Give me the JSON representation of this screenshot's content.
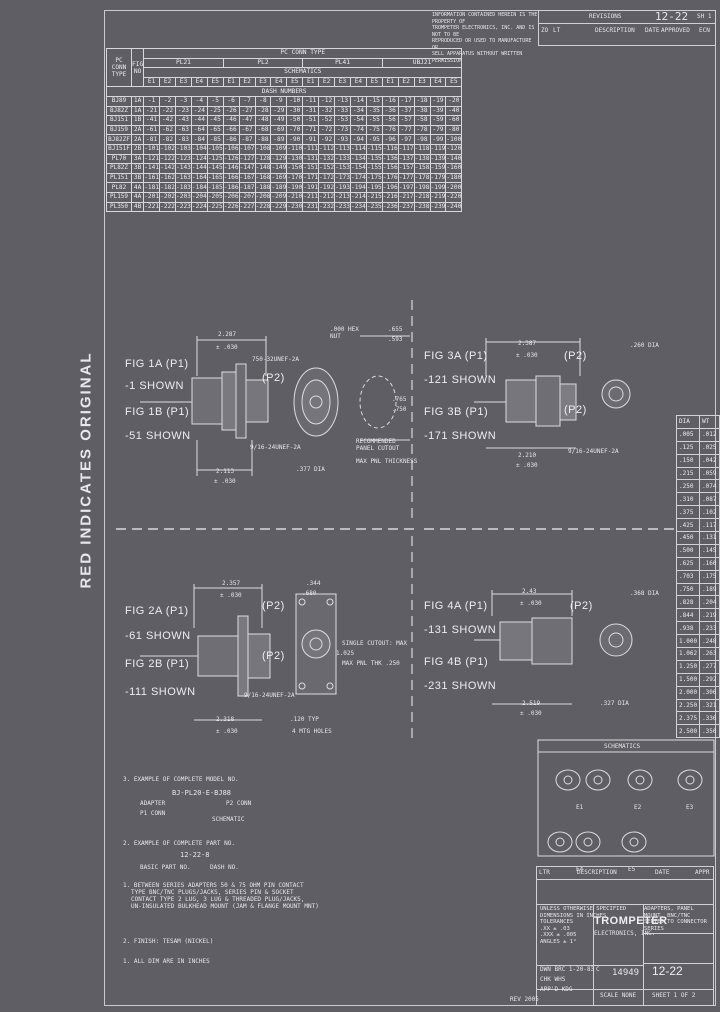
{
  "side_stamp": "RED INDICATES ORIGINAL",
  "header_note": [
    "INFORMATION CONTAINED HEREIN IS THE PROPERTY OF",
    "TROMPETER ELECTRONICS, INC. AND IS NOT TO BE",
    "REPRODUCED OR USED TO MANUFACTURE OR",
    "SELL APPARATUS WITHOUT WRITTEN PERMISSION"
  ],
  "revision_block": {
    "title": "REVISIONS",
    "number": "12-22",
    "sheet": "SH 1",
    "headers": [
      "ZO",
      "LT",
      "DESCRIPTION",
      "DATE",
      "APPROVED",
      "ECN"
    ]
  },
  "main_table": {
    "top_header": "PC CONN TYPE",
    "conn_types": [
      "PL21",
      "PL2",
      "PL41",
      "UBJ21"
    ],
    "schematics_label": "SCHEMATICS",
    "dash_label": "DASH NUMBERS",
    "col_a": "PC CONN TYPE",
    "col_b": "FIG NO",
    "sub_cols": [
      "E1",
      "E2",
      "E3",
      "E4",
      "E5",
      "E1",
      "E2",
      "E3",
      "E4",
      "E5",
      "E1",
      "E2",
      "E3",
      "E4",
      "E5",
      "E1",
      "E2",
      "E3",
      "E4",
      "E5"
    ],
    "rows": [
      {
        "type": "BJ89",
        "fig": "1A",
        "vals": [
          "-1",
          "-2",
          "-3",
          "-4",
          "-5",
          "-6",
          "-7",
          "-8",
          "-9",
          "-10",
          "-11",
          "-12",
          "-13",
          "-14",
          "-15",
          "-16",
          "-17",
          "-18",
          "-19",
          "-20"
        ]
      },
      {
        "type": "BJ82Z",
        "fig": "1A",
        "vals": [
          "-21",
          "-22",
          "-23",
          "-24",
          "-25",
          "-26",
          "-27",
          "-28",
          "-29",
          "-30",
          "-31",
          "-32",
          "-33",
          "-34",
          "-35",
          "-36",
          "-37",
          "-38",
          "-39",
          "-40"
        ]
      },
      {
        "type": "BJ151",
        "fig": "1B",
        "vals": [
          "-41",
          "-42",
          "-43",
          "-44",
          "-45",
          "-46",
          "-47",
          "-48",
          "-49",
          "-50",
          "-51",
          "-52",
          "-53",
          "-54",
          "-55",
          "-56",
          "-57",
          "-58",
          "-59",
          "-60"
        ]
      },
      {
        "type": "BJ159",
        "fig": "2A",
        "vals": [
          "-61",
          "-62",
          "-63",
          "-64",
          "-65",
          "-66",
          "-67",
          "-68",
          "-69",
          "-70",
          "-71",
          "-72",
          "-73",
          "-74",
          "-75",
          "-76",
          "-77",
          "-78",
          "-79",
          "-80"
        ]
      },
      {
        "type": "BJ82ZF",
        "fig": "2A",
        "vals": [
          "-81",
          "-82",
          "-83",
          "-84",
          "-85",
          "-86",
          "-87",
          "-88",
          "-89",
          "-90",
          "-91",
          "-92",
          "-93",
          "-94",
          "-95",
          "-96",
          "-97",
          "-98",
          "-99",
          "-100"
        ]
      },
      {
        "type": "BJ151F",
        "fig": "2B",
        "vals": [
          "-101",
          "-102",
          "-103",
          "-104",
          "-105",
          "-106",
          "-107",
          "-108",
          "-109",
          "-110",
          "-111",
          "-112",
          "-113",
          "-114",
          "-115",
          "-116",
          "-117",
          "-118",
          "-119",
          "-120"
        ]
      },
      {
        "type": "PL70",
        "fig": "3A",
        "vals": [
          "-121",
          "-122",
          "-123",
          "-124",
          "-125",
          "-126",
          "-127",
          "-128",
          "-129",
          "-130",
          "-131",
          "-132",
          "-133",
          "-134",
          "-135",
          "-136",
          "-137",
          "-138",
          "-139",
          "-140"
        ]
      },
      {
        "type": "PL82Z",
        "fig": "3B",
        "vals": [
          "-141",
          "-142",
          "-143",
          "-144",
          "-145",
          "-146",
          "-147",
          "-148",
          "-149",
          "-150",
          "-151",
          "-152",
          "-153",
          "-154",
          "-155",
          "-156",
          "-157",
          "-158",
          "-159",
          "-160"
        ]
      },
      {
        "type": "PL151",
        "fig": "3B",
        "vals": [
          "-161",
          "-162",
          "-163",
          "-164",
          "-165",
          "-166",
          "-167",
          "-168",
          "-169",
          "-170",
          "-171",
          "-172",
          "-173",
          "-174",
          "-175",
          "-176",
          "-177",
          "-178",
          "-179",
          "-180"
        ]
      },
      {
        "type": "PL82",
        "fig": "4A",
        "vals": [
          "-181",
          "-182",
          "-183",
          "-184",
          "-185",
          "-186",
          "-187",
          "-188",
          "-189",
          "-190",
          "-191",
          "-192",
          "-193",
          "-194",
          "-195",
          "-196",
          "-197",
          "-198",
          "-199",
          "-200"
        ]
      },
      {
        "type": "PL159",
        "fig": "4A",
        "vals": [
          "-201",
          "-202",
          "-203",
          "-204",
          "-205",
          "-206",
          "-207",
          "-208",
          "-209",
          "-210",
          "-211",
          "-212",
          "-213",
          "-214",
          "-215",
          "-216",
          "-217",
          "-218",
          "-219",
          "-220"
        ]
      },
      {
        "type": "PL350",
        "fig": "4B",
        "vals": [
          "-221",
          "-222",
          "-223",
          "-224",
          "-225",
          "-226",
          "-227",
          "-228",
          "-229",
          "-230",
          "-231",
          "-232",
          "-233",
          "-234",
          "-235",
          "-236",
          "-237",
          "-238",
          "-239",
          "-240"
        ]
      }
    ]
  },
  "size_table": {
    "headers": [
      "DIA",
      "WT"
    ],
    "rows": [
      [
        ".005",
        ".012"
      ],
      [
        ".125",
        ".025"
      ],
      [
        ".150",
        ".042"
      ],
      [
        ".215",
        ".059"
      ],
      [
        ".250",
        ".074"
      ],
      [
        ".310",
        ".087"
      ],
      [
        ".375",
        ".102"
      ],
      [
        ".425",
        ".117"
      ],
      [
        ".450",
        ".131"
      ],
      [
        ".500",
        ".145"
      ],
      [
        ".625",
        ".160"
      ],
      [
        ".703",
        ".175"
      ],
      [
        ".750",
        ".189"
      ],
      [
        ".828",
        ".204"
      ],
      [
        ".844",
        ".219"
      ],
      [
        ".938",
        ".233"
      ],
      [
        "1.000",
        ".248"
      ],
      [
        "1.062",
        ".263"
      ],
      [
        "1.250",
        ".277"
      ],
      [
        "1.500",
        ".292"
      ],
      [
        "2.000",
        ".306"
      ],
      [
        "2.250",
        ".321"
      ],
      [
        "2.375",
        ".336"
      ],
      [
        "2.500",
        ".350"
      ]
    ]
  },
  "fig1": {
    "a": "FIG 1A (P1)",
    "a2": "-1 SHOWN",
    "b": "FIG 1B (P1)",
    "b2": "-51 SHOWN",
    "dim_top": "2.287",
    "tol_top": "± .030",
    "dim_bot": "2.113",
    "tol_bot": "± .030",
    "thread": "750-32UNEF-2A",
    "thread2": "9/16-24UNEF-2A",
    "dia": ".377 DIA",
    "p2": "(P2)",
    "flat": ".000 HEX NUT",
    "cutout": "RECOMMENDED PANEL CUTOUT",
    "cutout2": "MAX PNL THICKNESS",
    "d1": ".655",
    "d2": ".593",
    "d3": ".765",
    "d4": ".750"
  },
  "fig3": {
    "a": "FIG 3A (P1)",
    "a2": "-121 SHOWN",
    "b": "FIG 3B (P1)",
    "b2": "-171 SHOWN",
    "dim_top": "2.387",
    "tol_top": "± .030",
    "dim_bot": "2.210",
    "tol_bot": "± .030",
    "thread": "9/16-24UNEF-2A",
    "dia": ".260 DIA",
    "p2": "(P2)"
  },
  "fig2": {
    "a": "FIG 2A (P1)",
    "a2": "-61 SHOWN",
    "b": "FIG 2B (P1)",
    "b2": "-111 SHOWN",
    "dim_top": "2.357",
    "tol_top": "± .030",
    "dim_bot": "2.318",
    "tol_bot": "± .030",
    "thread": "9/16-24UNEF-2A",
    "p2": "(P2)",
    "holes": ".120 TYP",
    "holes2": "4 MTG HOLES",
    "sq": ".344",
    "sq2": ".680",
    "cutout": "SINGLE CUTOUT: MAX",
    "cutout2": "MAX PNL THK .250",
    "sq3": "1.025"
  },
  "fig4": {
    "a": "FIG 4A (P1)",
    "a2": "-131 SHOWN",
    "b": "FIG 4B (P1)",
    "b2": "-231 SHOWN",
    "dim_top": "2.43",
    "tol_top": "± .030",
    "dim_bot": "2.519",
    "tol_bot": "± .030",
    "dia": ".368 DIA",
    "dia2": ".327 DIA",
    "p2": "(P2)"
  },
  "schematics_box": {
    "title": "SCHEMATICS",
    "labels": [
      "E1",
      "E2",
      "E3",
      "E4",
      "E5"
    ]
  },
  "notes": {
    "n3": "3.  EXAMPLE OF COMPLETE MODEL NO.",
    "n3_code": "BJ-PL20-E-BJ88",
    "n3_parts": [
      "ADAPTER",
      "P2 CONN",
      "P1 CONN",
      "SCHEMATIC"
    ],
    "n2": "2.  EXAMPLE OF COMPLETE PART NO.",
    "n2_code": "12-22-8",
    "n2_parts": [
      "BASIC PART NO.",
      "DASH NO."
    ],
    "n1": [
      "1.  BETWEEN SERIES ADAPTERS 50 & 75 OHM PIN CONTACT",
      "TYPE BNC/TNC PLUGS/JACKS, SERIES PIN & SOCKET",
      "CONTACT TYPE 2 LUG, 3 LUG & THREADED PLUG/JACKS,",
      "UN-INSULATED BULKHEAD MOUNT (JAM & FLANGE MOUNT MNT)"
    ],
    "n_finish": "2.  FINISH: TESAM (NICKEL)",
    "n_dims": "1.  ALL DIM ARE IN INCHES"
  },
  "title_block": {
    "rev_headers": [
      "LTR",
      "DESCRIPTION",
      "DATE",
      "APPR"
    ],
    "tol_lines": [
      "UNLESS OTHERWISE SPECIFIED",
      "DIMENSIONS IN INCHES",
      "TOLERANCES",
      ".XX ± .03",
      ".XXX ± .005",
      "ANGLES ± 1°"
    ],
    "dwn": "DWN",
    "dwn_val": "BRC 1-20-83",
    "chk": "CHK",
    "chk_val": "WHS",
    "appd": "APP'D",
    "appd_val": "KDG",
    "company": "TROMPETER",
    "company2": "ELECTRONICS, INC.",
    "title": "ADAPTERS, PANEL MOUNT, BNC/TNC SERIES TO CONNECTOR SERIES",
    "size": "C",
    "code": "14949",
    "dwg_no": "12-22",
    "scale": "SCALE",
    "scale_val": "NONE",
    "sheet": "SHEET 1 OF 2",
    "ref": "REV 2005"
  }
}
